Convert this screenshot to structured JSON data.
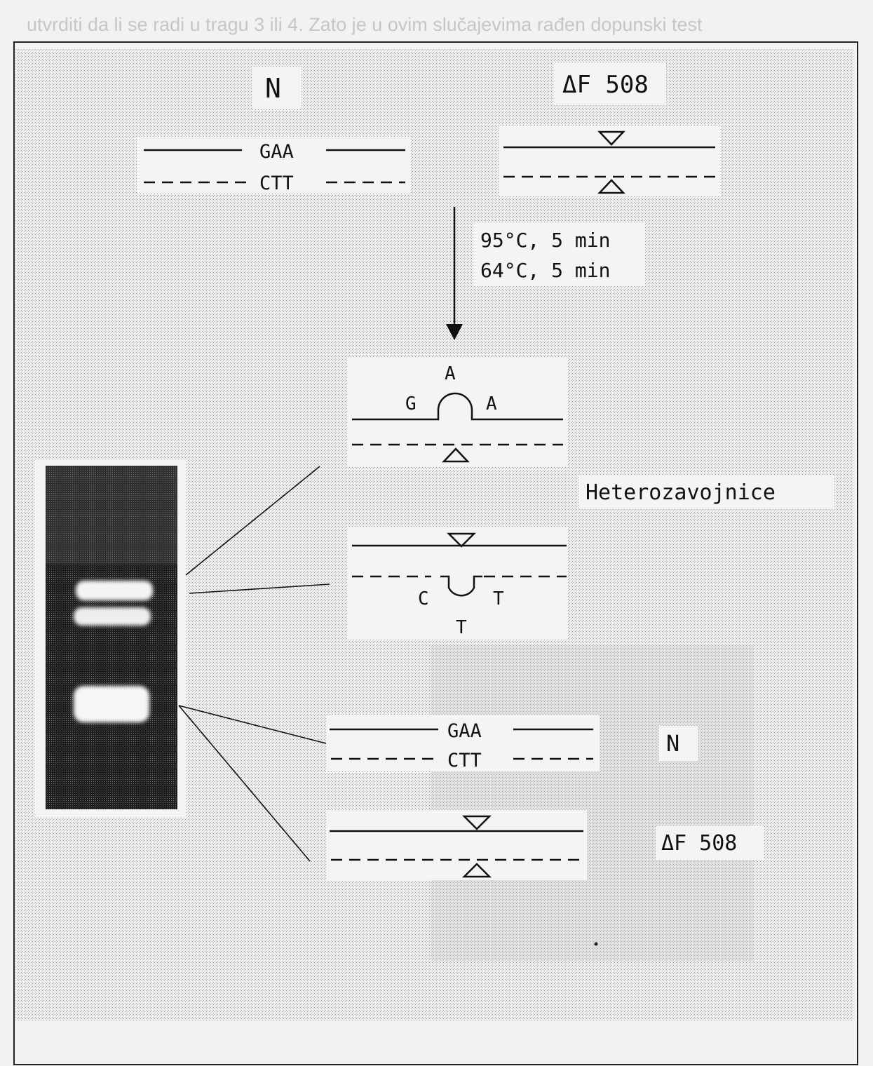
{
  "page_text": {
    "top_line": "utvrditi  da li se radi u tragu 3 ili 4. Zato je u ovim slučajevima rađen dopunski test"
  },
  "labels": {
    "normal_top": "N",
    "mutant_top": "ΔF 508",
    "gaa_top": "GAA",
    "ctt_top": "CTT",
    "condition_1": "95°C, 5 min",
    "condition_2": "64°C, 5 min",
    "loop_a_top": "A",
    "loop_g": "G",
    "loop_a_right": "A",
    "heteroduplex": "Heterozavojnice",
    "loop_c": "C",
    "loop_t_right": "T",
    "loop_t_bottom": "T",
    "gaa_bottom": "GAA",
    "ctt_bottom": "CTT",
    "normal_bottom": "N",
    "mutant_bottom": "ΔF 508"
  },
  "colors": {
    "panel_dots": "#9a9a9a",
    "ink": "#111111",
    "gel_dark": "#2a2a2a",
    "gel_band": "#f4f4f4"
  }
}
